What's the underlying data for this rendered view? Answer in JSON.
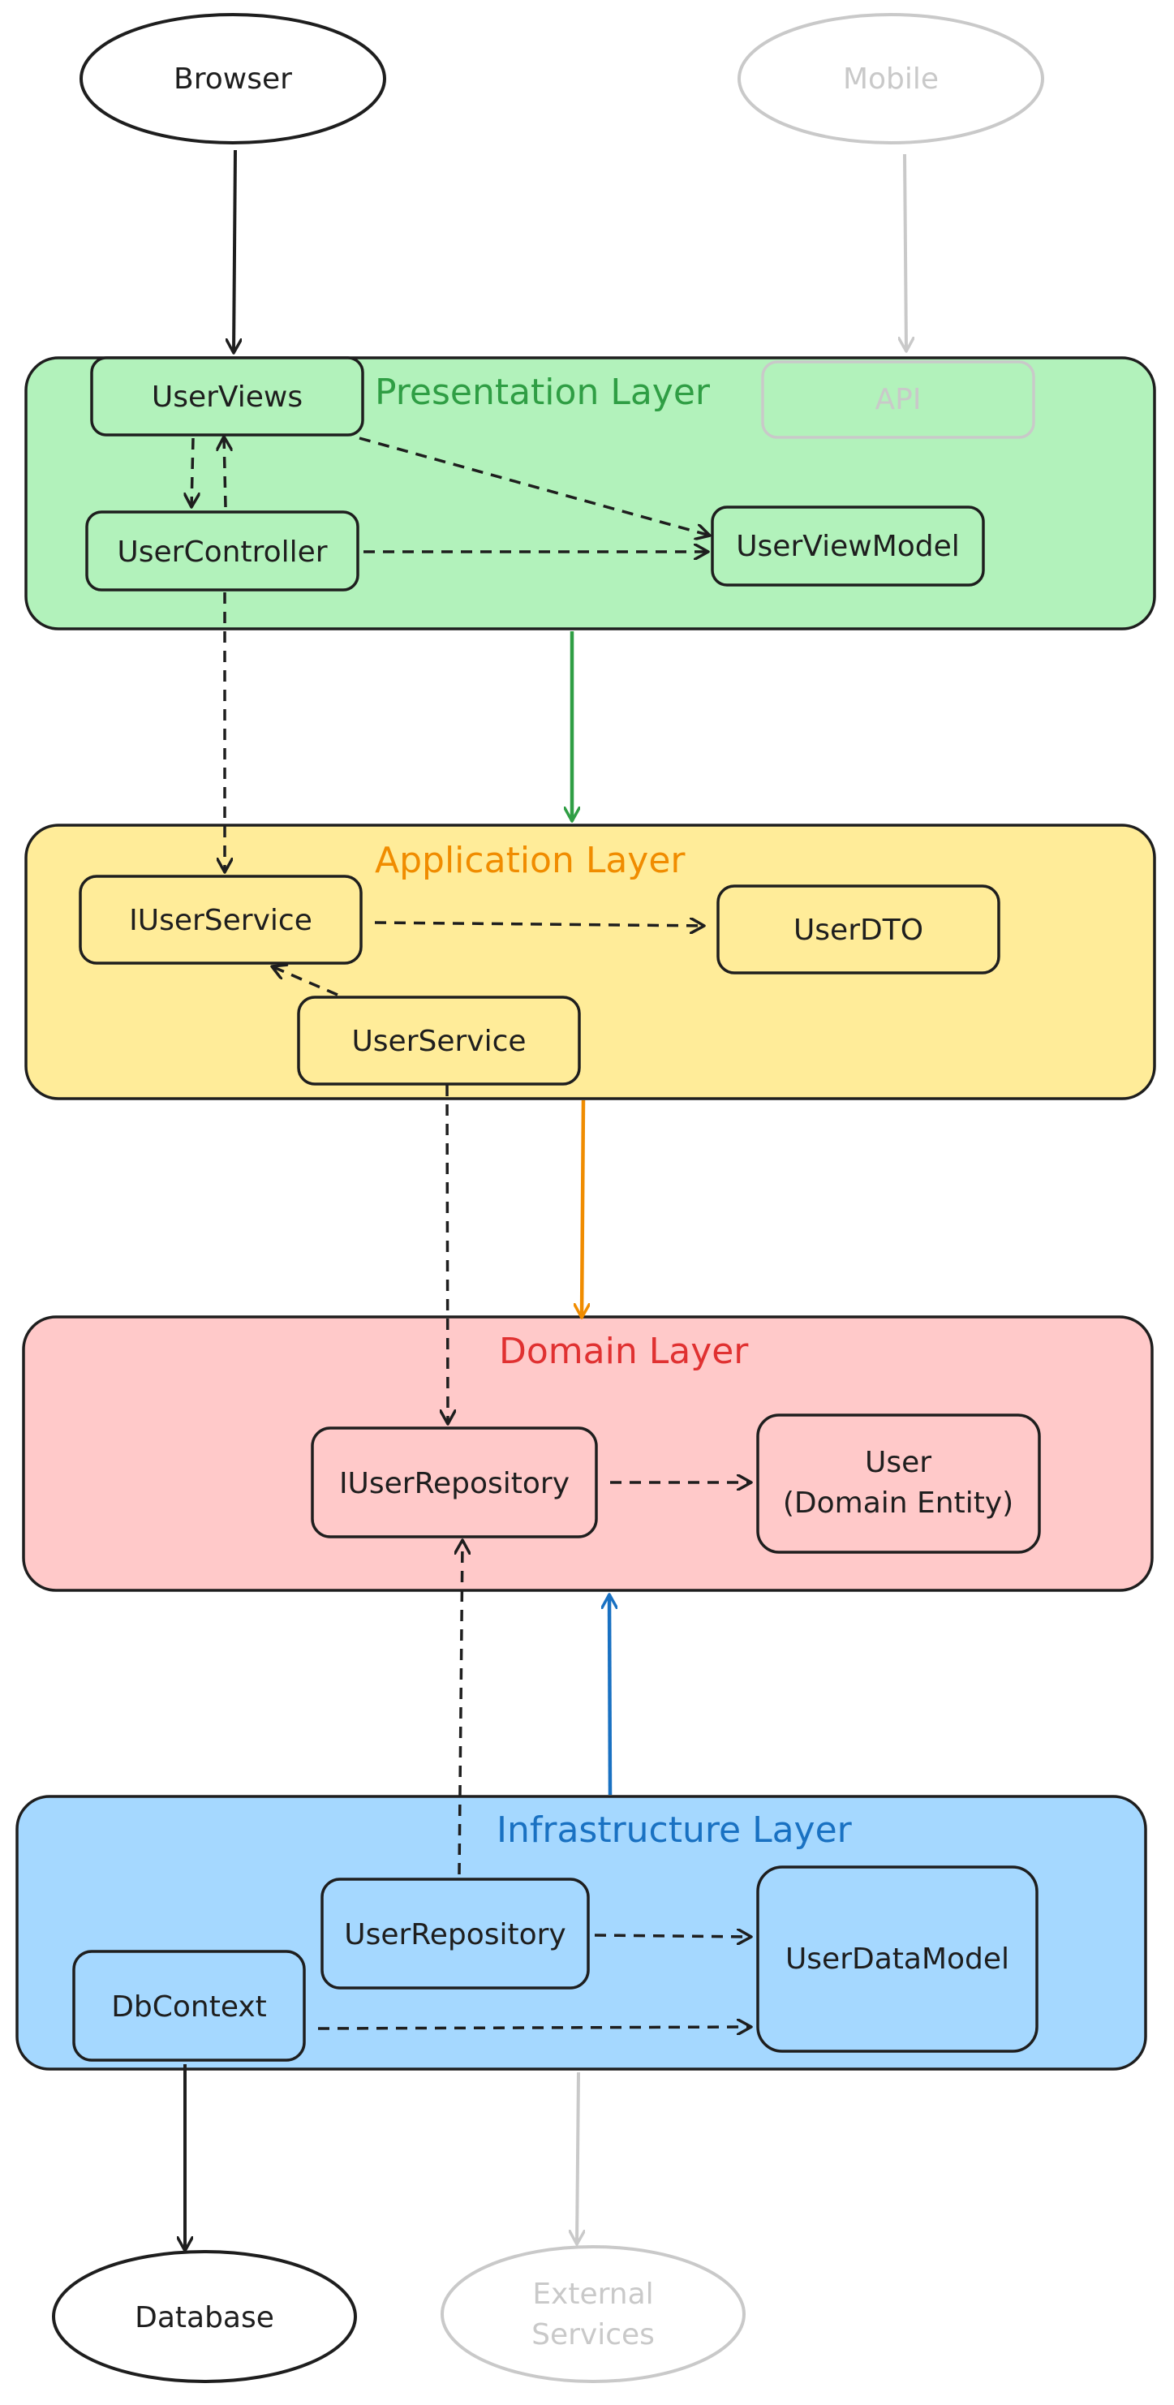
{
  "diagram": {
    "external": {
      "browser": "Browser",
      "mobile": "Mobile",
      "database": "Database",
      "external_services": [
        "External",
        "Services"
      ]
    },
    "layers": {
      "presentation": {
        "title": "Presentation Layer",
        "color": "#2f9e44",
        "fill": "#b2f2bb",
        "nodes": {
          "user_views": "UserViews",
          "api": "API",
          "user_controller": "UserController",
          "user_view_model": "UserViewModel"
        }
      },
      "application": {
        "title": "Application Layer",
        "color": "#f08c00",
        "fill": "#ffec99",
        "nodes": {
          "iuser_service": "IUserService",
          "user_dto": "UserDTO",
          "user_service": "UserService"
        }
      },
      "domain": {
        "title": "Domain Layer",
        "color": "#e03131",
        "fill": "#ffc9c9",
        "nodes": {
          "iuser_repository": "IUserRepository",
          "user_entity": [
            "User",
            "(Domain Entity)"
          ]
        }
      },
      "infrastructure": {
        "title": "Infrastructure Layer",
        "color": "#1971c2",
        "fill": "#a5d8ff",
        "nodes": {
          "user_repository": "UserRepository",
          "user_data_model": "UserDataModel",
          "db_context": "DbContext"
        }
      }
    },
    "colors": {
      "stroke": "#1e1e1e",
      "faded": "#c9c9c9"
    }
  }
}
